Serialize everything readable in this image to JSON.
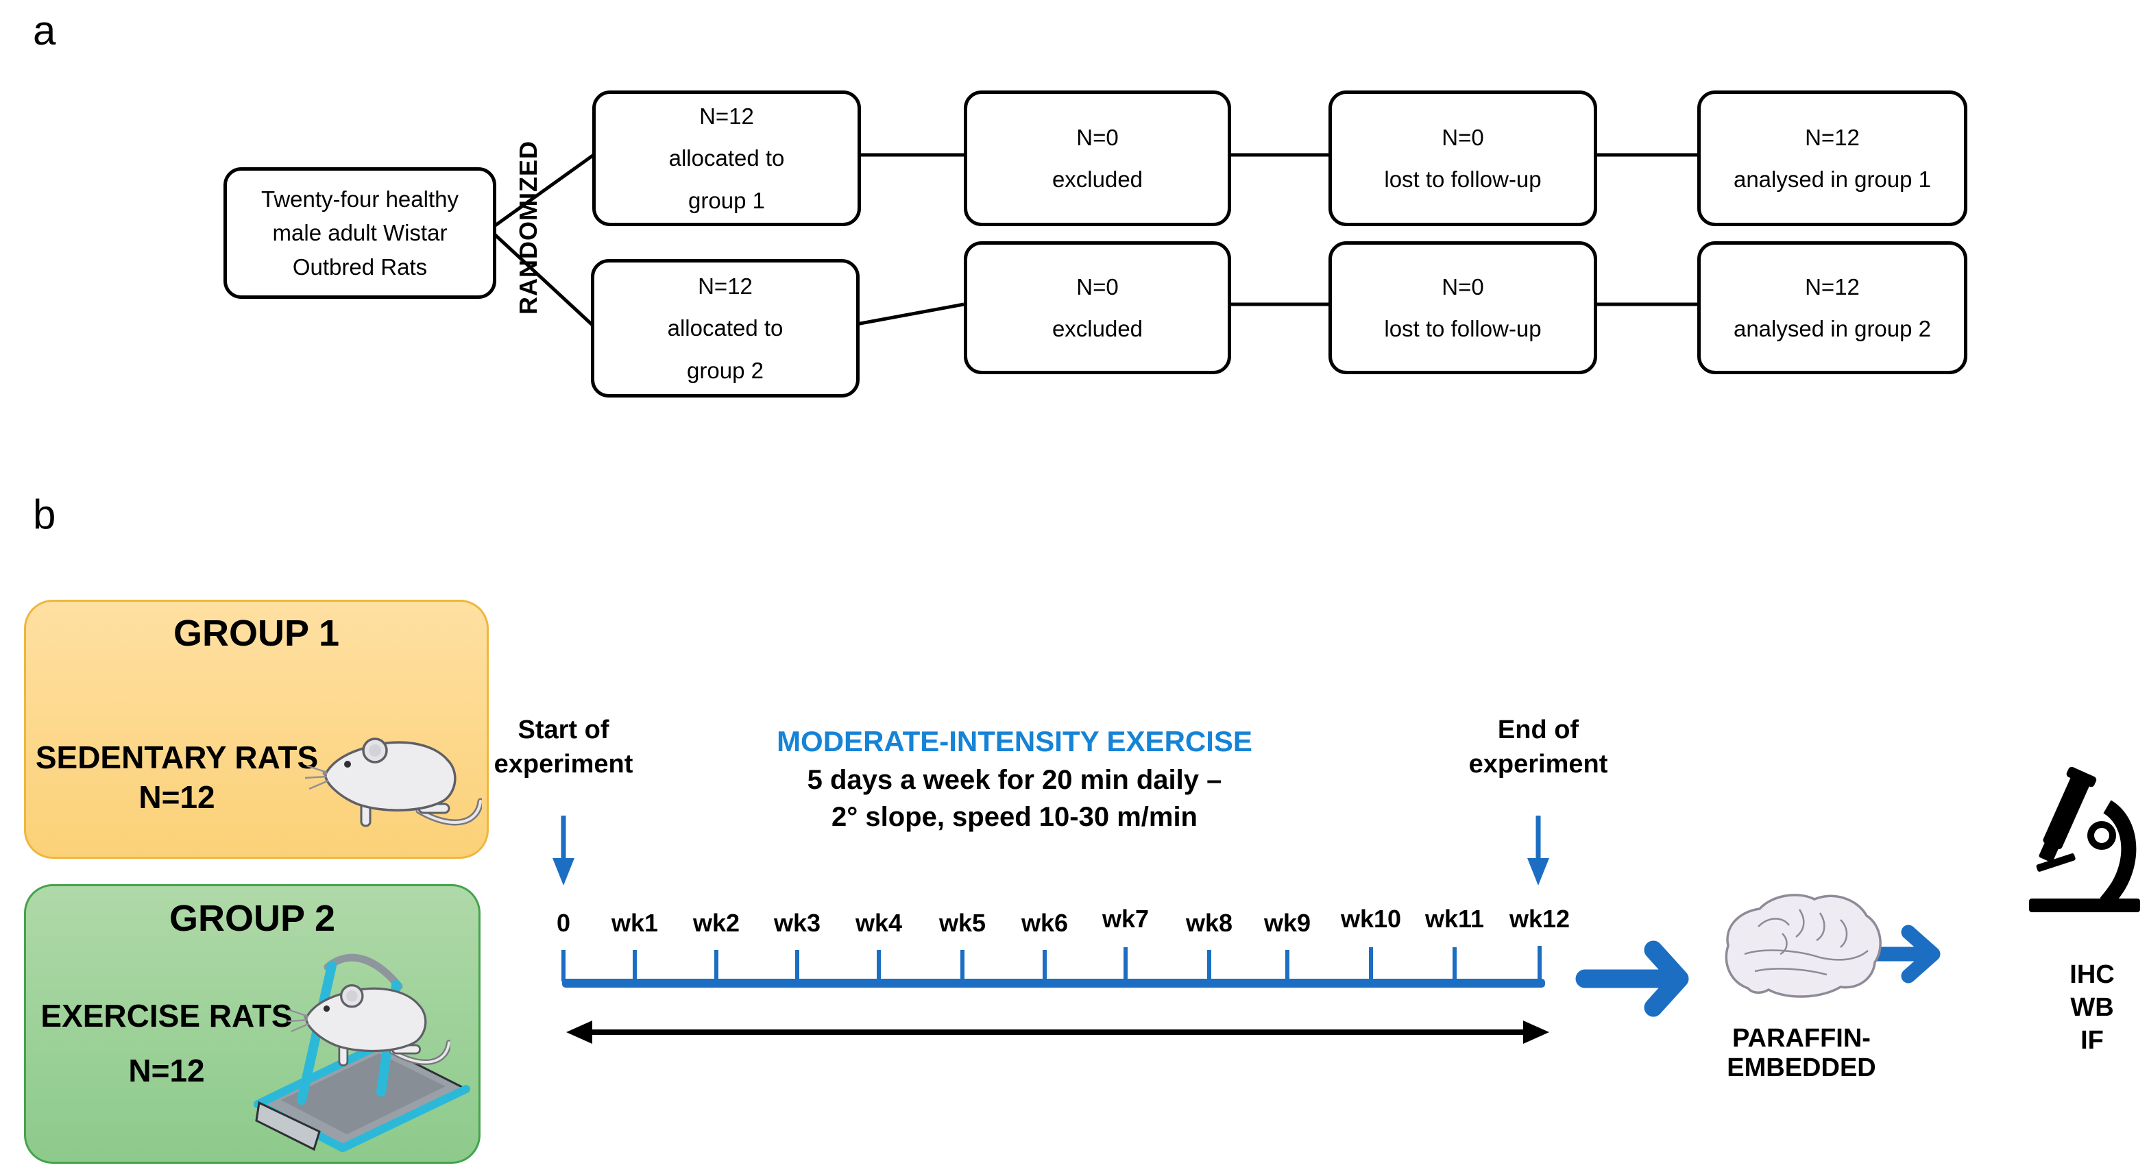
{
  "colors": {
    "accent_blue": "#1C6EC3",
    "exercise_text_blue": "#1583D6",
    "black": "#000000",
    "group1_fill_top": "#FFE0A2",
    "group1_fill_bottom": "#FBD178",
    "group1_border": "#EFB63D",
    "group2_fill_top": "#AFD9A8",
    "group2_fill_bottom": "#8DCA8B",
    "group2_border": "#44A34C",
    "treadmill_teal": "#2CB9D9",
    "rat_gray": "#EDEDF0",
    "brain_fill": "#EFEBF2"
  },
  "panel_a": {
    "label": "a",
    "source_box": {
      "lines": [
        "Twenty-four healthy",
        "male adult Wistar",
        "Outbred Rats"
      ]
    },
    "randomized_label": "RANDOMIZED",
    "rows": [
      {
        "boxes": [
          {
            "lines": [
              "N=12",
              "allocated to",
              "group 1"
            ]
          },
          {
            "lines": [
              "N=0",
              "excluded"
            ]
          },
          {
            "lines": [
              "N=0",
              "lost to follow-up"
            ]
          },
          {
            "lines": [
              "N=12",
              "analysed in group 1"
            ]
          }
        ]
      },
      {
        "boxes": [
          {
            "lines": [
              "N=12",
              "allocated to",
              "group 2"
            ]
          },
          {
            "lines": [
              "N=0",
              "excluded"
            ]
          },
          {
            "lines": [
              "N=0",
              "lost to follow-up"
            ]
          },
          {
            "lines": [
              "N=12",
              "analysed in group 2"
            ]
          }
        ]
      }
    ]
  },
  "panel_b": {
    "label": "b",
    "groups": [
      {
        "title": "GROUP 1",
        "line1": "SEDENTARY RATS",
        "line2": "N=12"
      },
      {
        "title": "GROUP 2",
        "line1": "EXERCISE RATS",
        "line2": "N=12"
      }
    ],
    "timeline": {
      "start_line1": "Start of",
      "start_line2": "experiment",
      "end_line1": "End of",
      "end_line2": "experiment",
      "exercise_title": "MODERATE-INTENSITY EXERCISE",
      "exercise_detail1": "5 days a week for 20 min daily –",
      "exercise_detail2": "2° slope, speed 10-30 m/min",
      "ticks": [
        "0",
        "wk1",
        "wk2",
        "wk3",
        "wk4",
        "wk5",
        "wk6",
        "wk7",
        "wk8",
        "wk9",
        "wk10",
        "wk11",
        "wk12"
      ]
    },
    "outputs": {
      "paraffin_label": "PARAFFIN-EMBEDDED",
      "assays": [
        "IHC",
        "WB",
        "IF"
      ]
    },
    "icons": {
      "rat": "rat-icon",
      "treadmill": "treadmill-rat-icon",
      "brain": "brain-icon",
      "microscope": "microscope-icon",
      "down_arrow": "down-arrow-icon",
      "right_arrow": "right-arrow-icon",
      "double_arrow": "double-headed-arrow-icon"
    }
  }
}
